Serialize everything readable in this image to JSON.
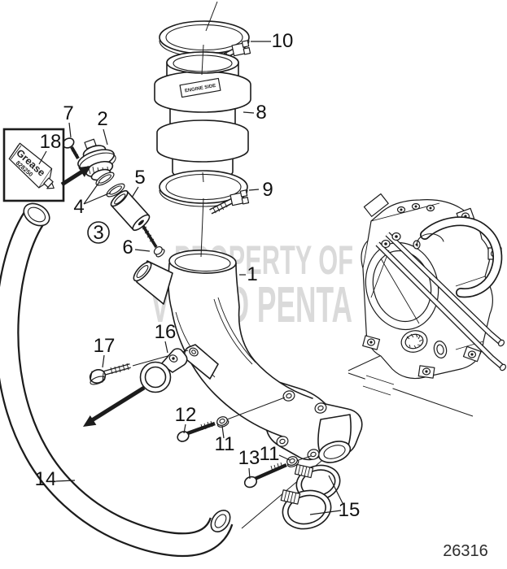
{
  "diagram": {
    "part_number": "26316",
    "watermark": {
      "line1": "PROPERTY OF",
      "line2": "VOLVO PENTA",
      "color": "#d6d6d6"
    },
    "grease_tube": {
      "line1": "Grease",
      "line2": "828250"
    },
    "connector_tag": "ENGINE SIDE",
    "colors": {
      "line": "#1c1c1c",
      "background": "#ffffff"
    },
    "callouts": {
      "c1": "1",
      "c2": "2",
      "c3": "3",
      "c4": "4",
      "c5": "5",
      "c6": "6",
      "c7": "7",
      "c8": "8",
      "c9": "9",
      "c10": "10",
      "c11a": "11",
      "c11b": "11",
      "c12": "12",
      "c13": "13",
      "c14": "14",
      "c15": "15",
      "c16": "16",
      "c17": "17",
      "c18": "18"
    }
  }
}
